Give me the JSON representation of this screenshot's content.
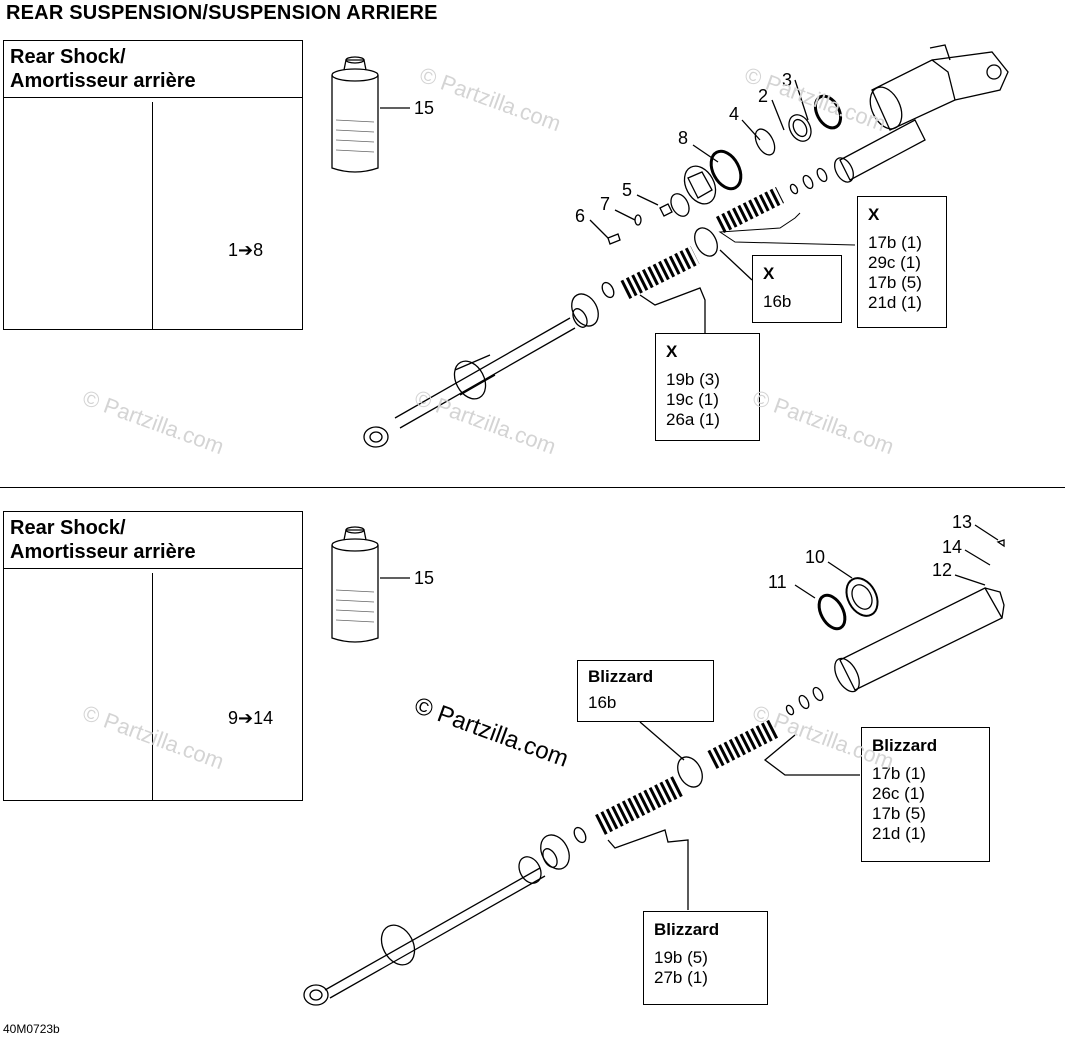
{
  "title": "REAR SUSPENSION/SUSPENSION ARRIERE",
  "top_section": {
    "panel_title_line1": "Rear Shock/",
    "panel_title_line2": "Amortisseur arrière",
    "range_label": "1➔8",
    "bottle_callout": "15",
    "callouts": {
      "c1": "3",
      "c2": "2",
      "c3": "4",
      "c4": "8",
      "c5": "5",
      "c6": "7",
      "c7": "6"
    },
    "box_a": {
      "header": "X",
      "lines": [
        "17b (1)",
        "29c (1)",
        "17b (5)",
        "21d (1)"
      ]
    },
    "box_b": {
      "header": "X",
      "lines": [
        "16b"
      ]
    },
    "box_c": {
      "header": "X",
      "lines": [
        "19b (3)",
        "19c (1)",
        "26a (1)"
      ]
    }
  },
  "bottom_section": {
    "panel_title_line1": "Rear Shock/",
    "panel_title_line2": "Amortisseur arrière",
    "range_label": "9➔14",
    "bottle_callout": "15",
    "callouts": {
      "c1": "13",
      "c2": "14",
      "c3": "12",
      "c4": "10",
      "c5": "11"
    },
    "box_a": {
      "header": "Blizzard",
      "lines": [
        "16b"
      ]
    },
    "box_b": {
      "header": "Blizzard",
      "lines": [
        "17b (1)",
        "26c (1)",
        "17b (5)",
        "21d (1)"
      ]
    },
    "box_c": {
      "header": "Blizzard",
      "lines": [
        "19b (5)",
        "27b (1)"
      ]
    }
  },
  "watermark": "© Partzilla.com",
  "figure_code": "40M0723b"
}
